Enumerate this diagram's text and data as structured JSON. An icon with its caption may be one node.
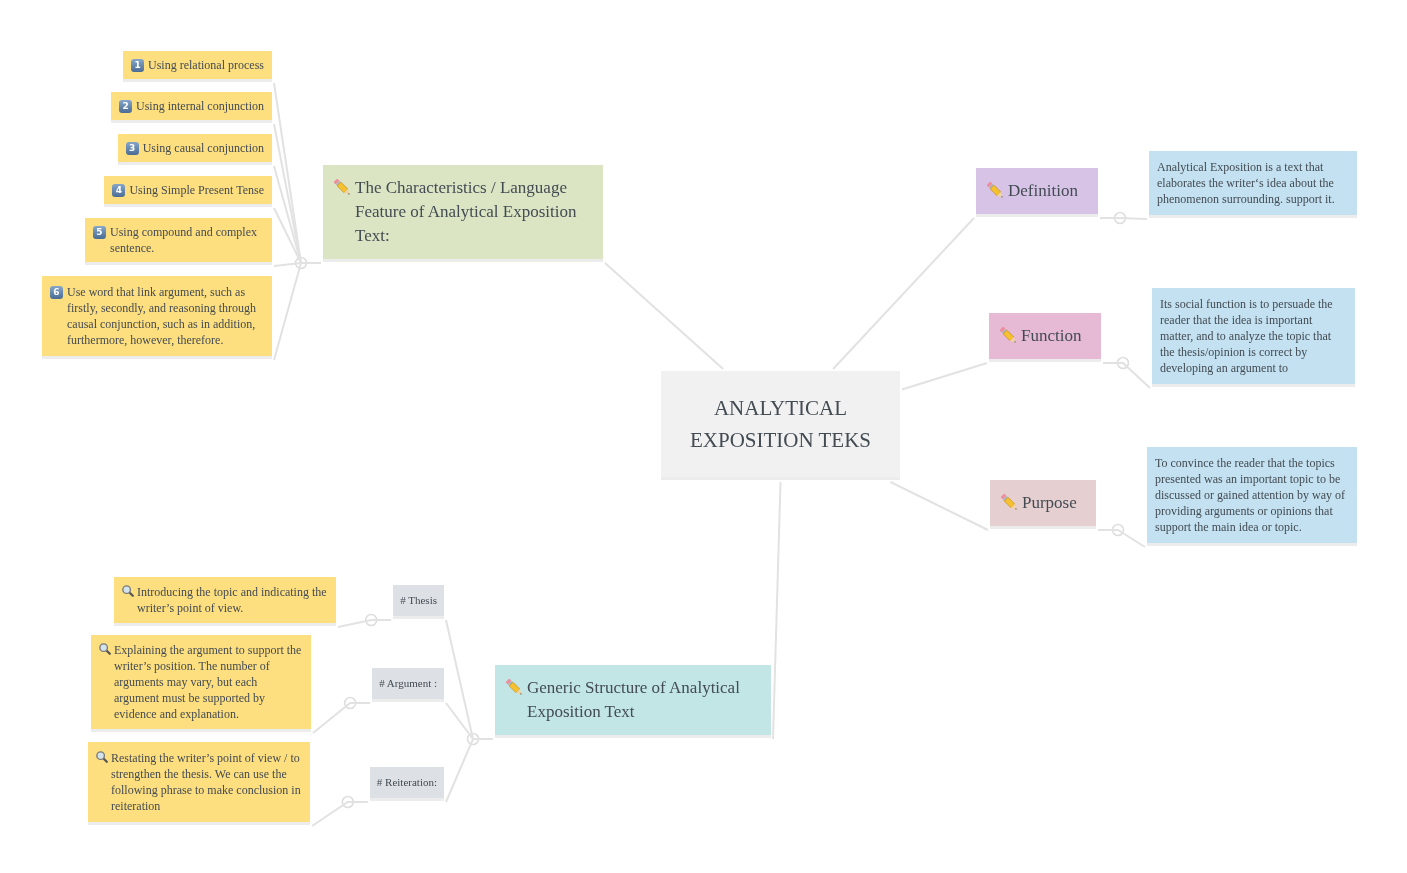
{
  "diagram": {
    "nodes": [
      {
        "text": [
          "ANALYTICAL EXPOSITION TEKS"
        ]
      },
      {
        "text": [
          "The Characteristics / Language Feature of Analytical Exposition Text:"
        ]
      },
      {
        "text": [
          "1",
          "Using relational process"
        ]
      },
      {
        "text": [
          "2",
          "Using internal conjunction"
        ]
      },
      {
        "text": [
          "3",
          "Using causal conjunction"
        ]
      },
      {
        "text": [
          "4",
          "Using Simple Present Tense"
        ]
      },
      {
        "text": [
          "5",
          "Using compound and complex sentence."
        ]
      },
      {
        "text": [
          "6",
          "Use word that link argument, such as firstly, secondly, and reasoning through causal conjunction, such as in addition, furthermore, however, therefore."
        ]
      },
      {
        "text": [
          "Definition"
        ]
      },
      {
        "text": [
          "Analytical Exposition is a text that elaborates the writer‘s idea about the phenomenon surrounding. support it."
        ]
      },
      {
        "text": [
          "Function"
        ]
      },
      {
        "text": [
          "Its social function is to persuade the reader that the idea is important matter, and to analyze the topic that the thesis/opinion is correct by developing an argument to"
        ]
      },
      {
        "text": [
          "Purpose"
        ]
      },
      {
        "text": [
          "To convince the reader that the topics presented was an important topic to be discussed or gained attention by way of providing arguments or opinions that support the main idea or topic."
        ]
      },
      {
        "text": [
          "Generic Structure of Analytical Exposition Text"
        ]
      },
      {
        "text": [
          "# Thesis"
        ]
      },
      {
        "text": [
          "Introducing the topic and indicating the writer’s point of view."
        ]
      },
      {
        "text": [
          "# Argument :"
        ]
      },
      {
        "text": [
          "Explaining the argument to support the writer’s position. The number of arguments may vary, but each argument must be supported by evidence and explanation."
        ]
      },
      {
        "text": [
          "# Reiteration:"
        ]
      },
      {
        "text": [
          "Restating the writer’s point of view / to strengthen the thesis. We can use the following phrase to make conclusion in reiteration"
        ]
      }
    ],
    "edges": [
      {
        "from": 0,
        "to": 1,
        "arrow": "none"
      },
      {
        "from": 1,
        "to": 2,
        "arrow": "none"
      },
      {
        "from": 1,
        "to": 3,
        "arrow": "none"
      },
      {
        "from": 1,
        "to": 4,
        "arrow": "none"
      },
      {
        "from": 1,
        "to": 5,
        "arrow": "none"
      },
      {
        "from": 1,
        "to": 6,
        "arrow": "none"
      },
      {
        "from": 1,
        "to": 7,
        "arrow": "none"
      },
      {
        "from": 0,
        "to": 8,
        "arrow": "none"
      },
      {
        "from": 8,
        "to": 9,
        "arrow": "none"
      },
      {
        "from": 0,
        "to": 10,
        "arrow": "none"
      },
      {
        "from": 10,
        "to": 11,
        "arrow": "none"
      },
      {
        "from": 0,
        "to": 12,
        "arrow": "none"
      },
      {
        "from": 12,
        "to": 13,
        "arrow": "none"
      },
      {
        "from": 0,
        "to": 14,
        "arrow": "none"
      },
      {
        "from": 14,
        "to": 15,
        "arrow": "none"
      },
      {
        "from": 15,
        "to": 16,
        "arrow": "none"
      },
      {
        "from": 14,
        "to": 17,
        "arrow": "none"
      },
      {
        "from": 17,
        "to": 18,
        "arrow": "none"
      },
      {
        "from": 14,
        "to": 19,
        "arrow": "none"
      },
      {
        "from": 19,
        "to": 20,
        "arrow": "none"
      }
    ]
  }
}
